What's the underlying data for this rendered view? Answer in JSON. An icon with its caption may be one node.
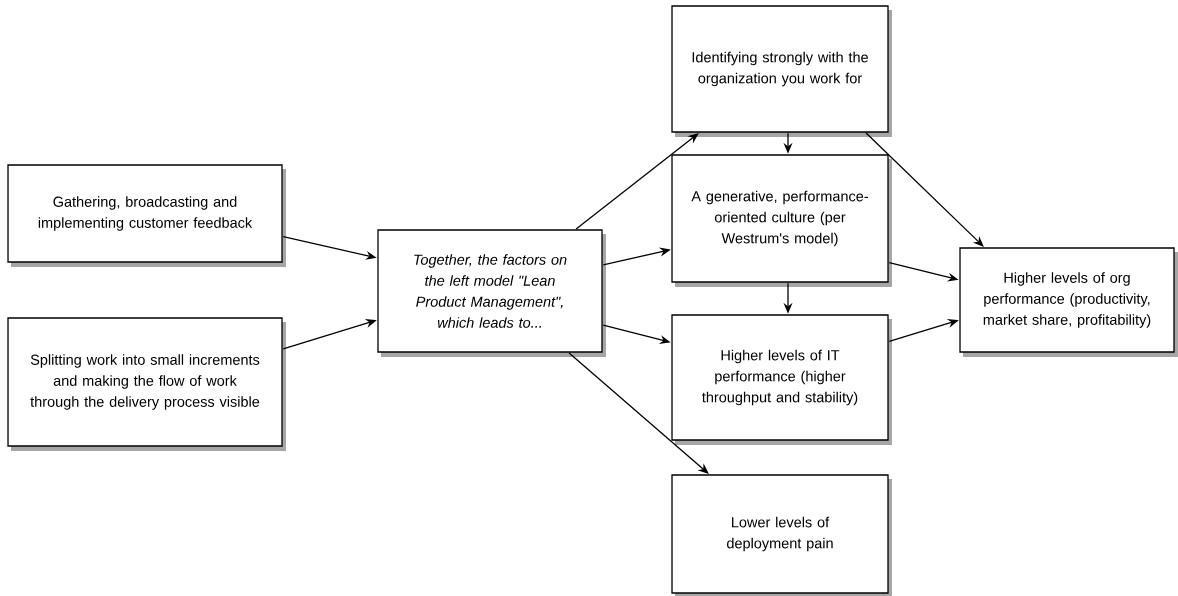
{
  "diagram": {
    "nodes": [
      {
        "text": [
          "Gathering, broadcasting and implementing customer feedback"
        ]
      },
      {
        "text": [
          "Splitting work into small increments and making the flow of work through the delivery process visible"
        ]
      },
      {
        "text": [
          "Together, the factors on the left model \"Lean Product Management\", which leads to..."
        ]
      },
      {
        "text": [
          "Identifying strongly with the organization you work for"
        ]
      },
      {
        "text": [
          "A generative, performance-oriented culture (per Westrum's model)"
        ]
      },
      {
        "text": [
          "Higher levels of IT performance (higher throughput and stability)"
        ]
      },
      {
        "text": [
          "Lower levels of deployment pain"
        ]
      },
      {
        "text": [
          "Higher levels of org performance (productivity, market share, profitability)"
        ]
      }
    ],
    "edges": [
      {
        "from": 0,
        "to": 2,
        "arrow": "to"
      },
      {
        "from": 1,
        "to": 2,
        "arrow": "to"
      },
      {
        "from": 2,
        "to": 3,
        "arrow": "to"
      },
      {
        "from": 2,
        "to": 4,
        "arrow": "to"
      },
      {
        "from": 2,
        "to": 5,
        "arrow": "to"
      },
      {
        "from": 2,
        "to": 6,
        "arrow": "to"
      },
      {
        "from": 3,
        "to": 4,
        "arrow": "to"
      },
      {
        "from": 4,
        "to": 5,
        "arrow": "to"
      },
      {
        "from": 3,
        "to": 7,
        "arrow": "to"
      },
      {
        "from": 4,
        "to": 7,
        "arrow": "to"
      },
      {
        "from": 5,
        "to": 7,
        "arrow": "to"
      }
    ]
  }
}
